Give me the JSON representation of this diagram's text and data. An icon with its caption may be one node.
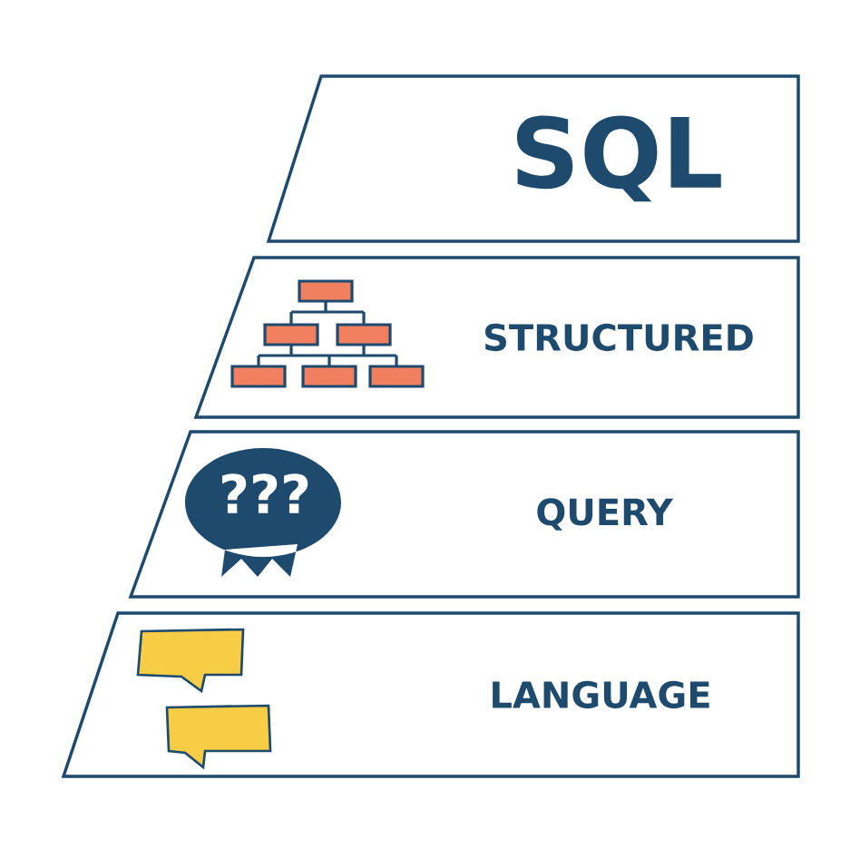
{
  "diagram": {
    "nodes": [
      {
        "text": [
          "SQL"
        ]
      },
      {
        "text": [
          "STRUCTURED"
        ]
      },
      {
        "text": [
          "QUERY"
        ]
      },
      {
        "text": [
          "LANGUAGE"
        ]
      }
    ],
    "labels": [
      "???"
    ]
  }
}
